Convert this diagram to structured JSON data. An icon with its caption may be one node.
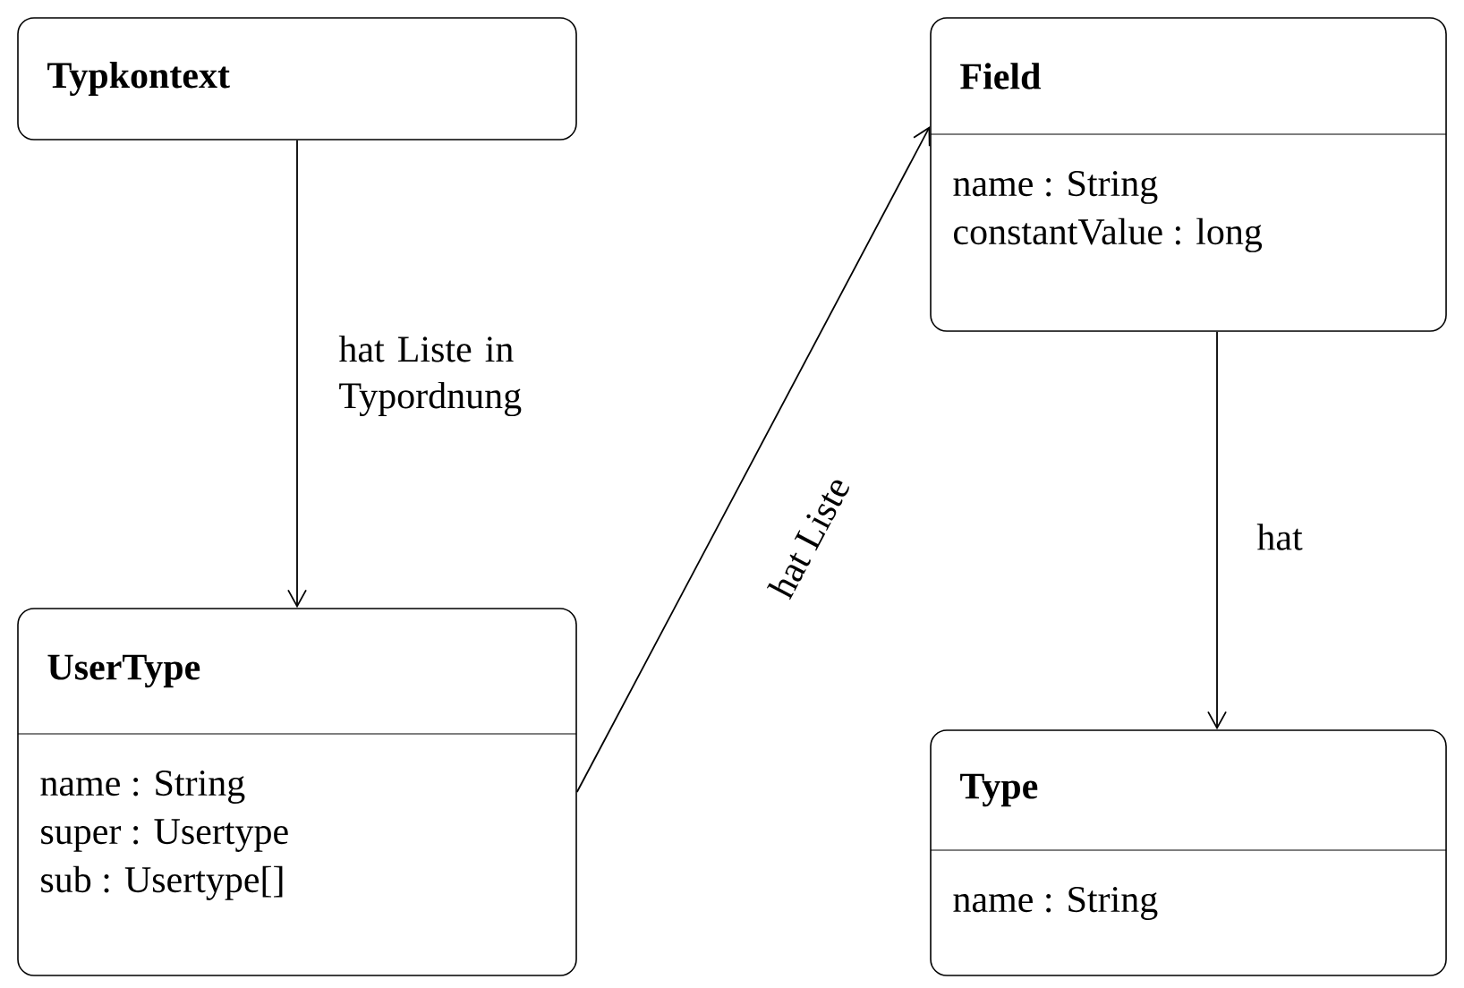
{
  "diagram": {
    "nodes": [
      {
        "text": [
          "Typkontext"
        ]
      },
      {
        "text": [
          "UserType",
          "name : String",
          "super : Usertype",
          "sub : Usertype[]"
        ]
      },
      {
        "text": [
          "Field",
          "name : String",
          "constantValue : long"
        ]
      },
      {
        "text": [
          "Type",
          "name : String"
        ]
      }
    ],
    "edges": [
      {
        "from": 0,
        "to": 1,
        "arrow": "to",
        "label": "hat Liste in Typordnung"
      },
      {
        "from": 1,
        "to": 2,
        "arrow": "to",
        "label": "hat Liste"
      },
      {
        "from": 2,
        "to": 3,
        "arrow": "to",
        "label": "hat"
      }
    ]
  }
}
